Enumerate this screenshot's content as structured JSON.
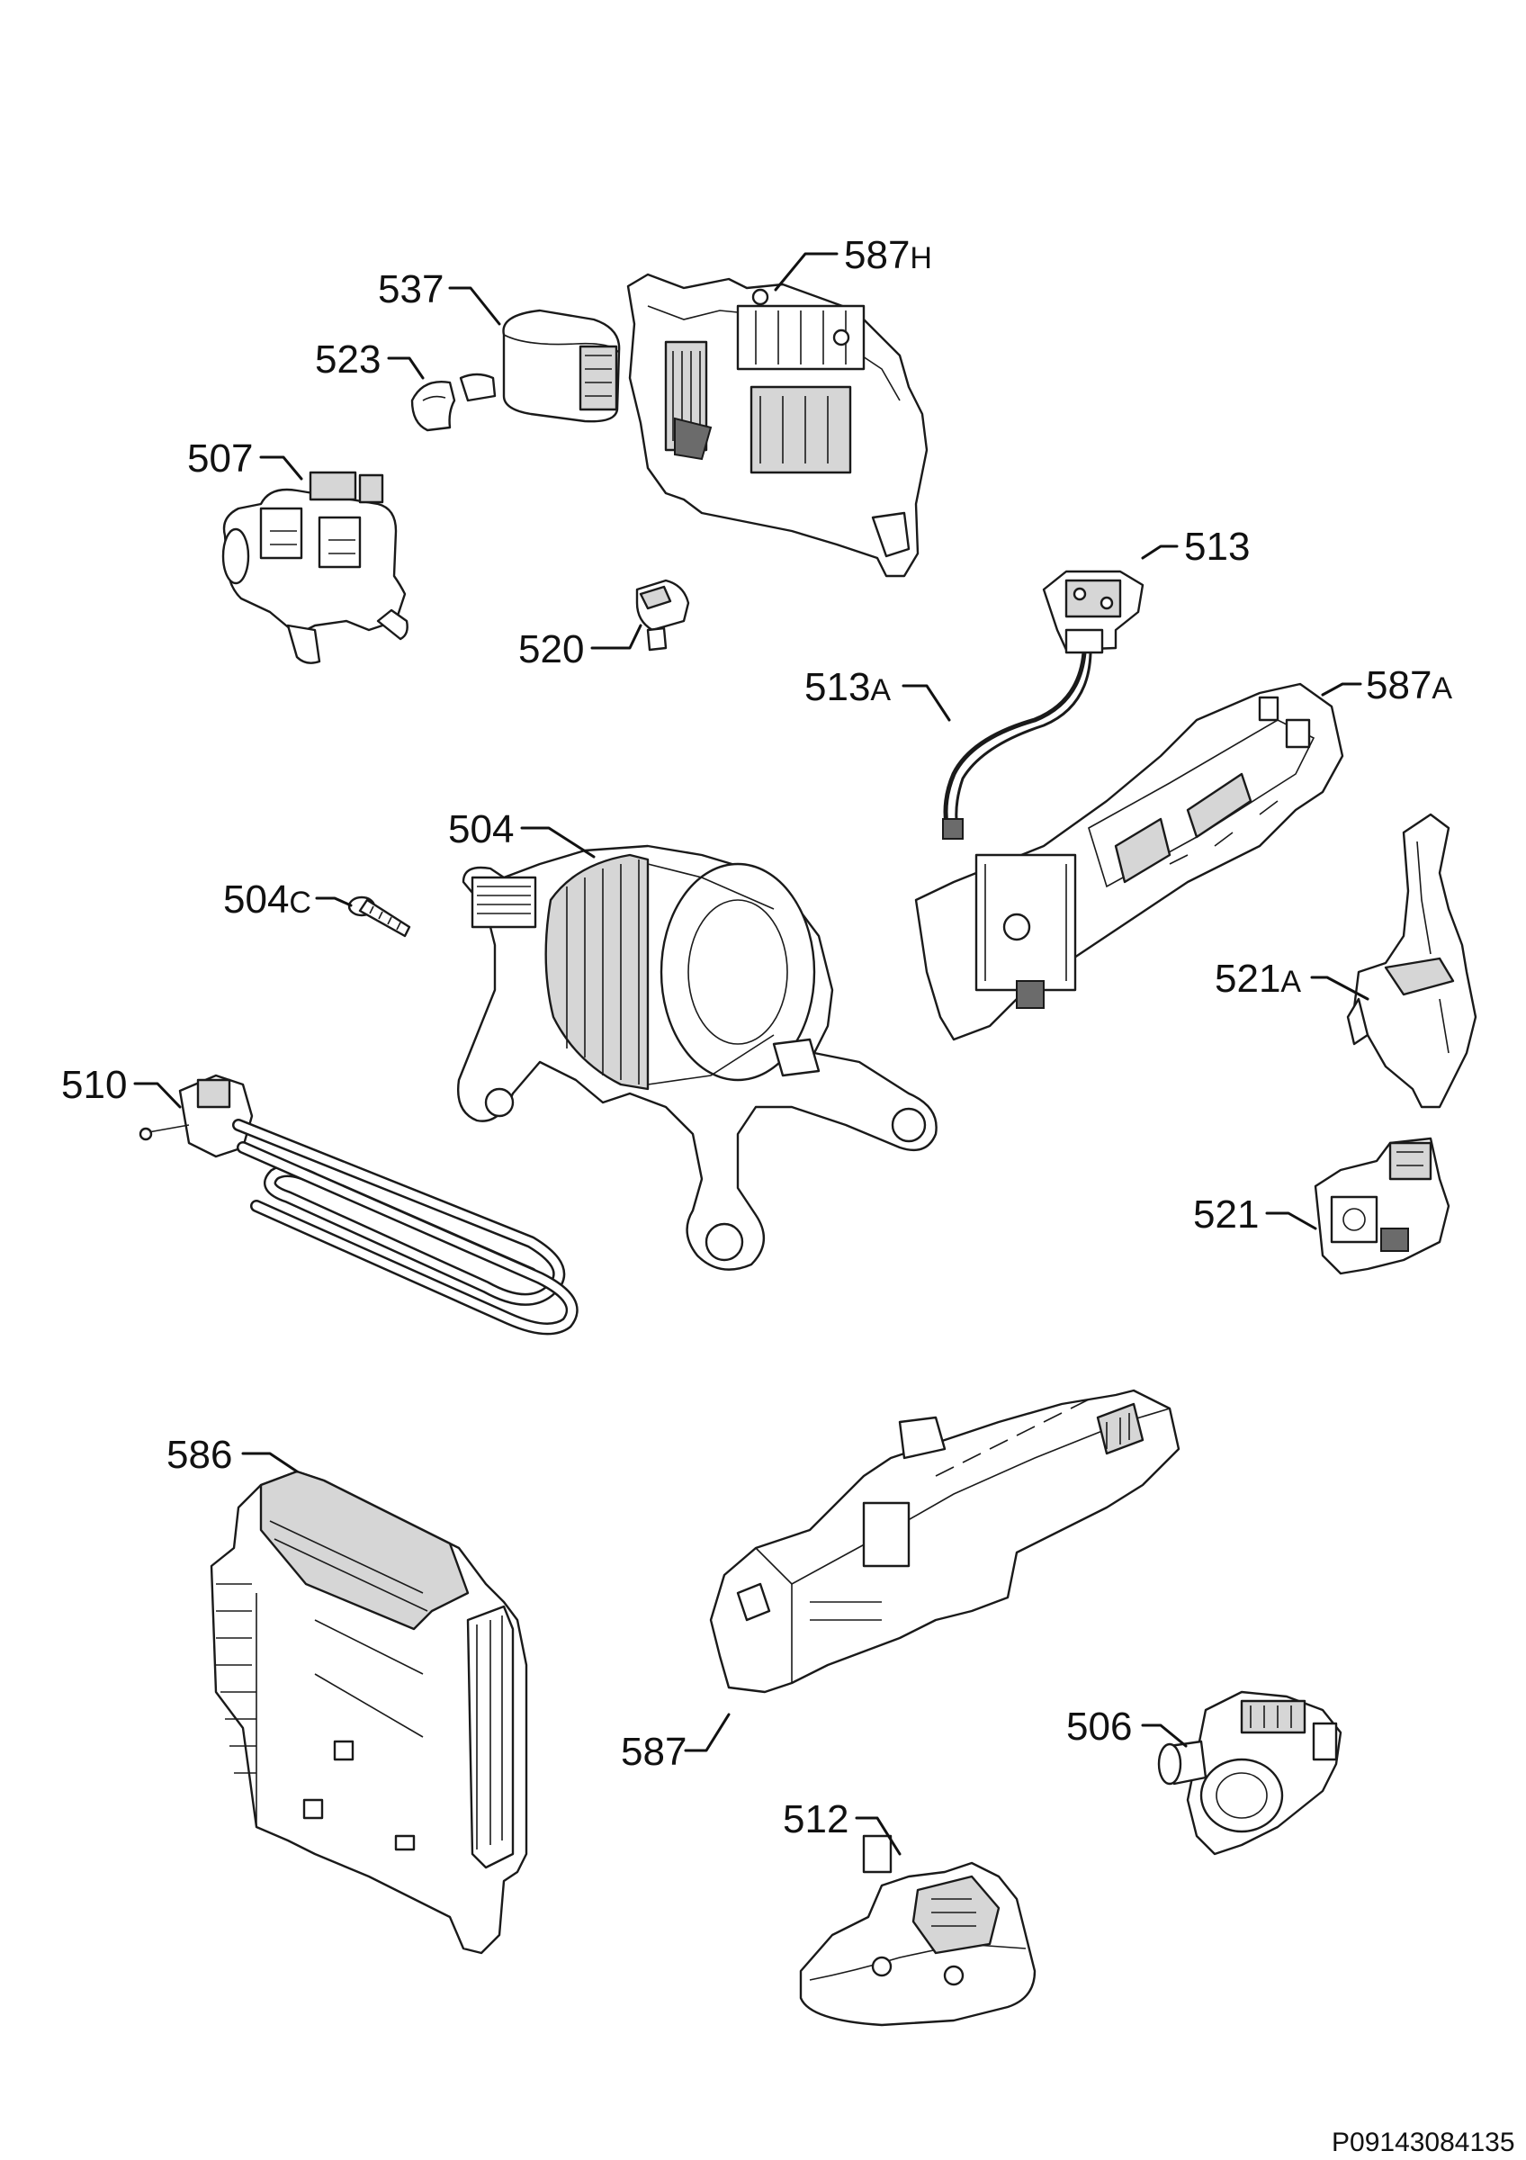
{
  "parts": [
    {
      "id": "537",
      "num": "537",
      "suffix": ""
    },
    {
      "id": "523",
      "num": "523",
      "suffix": ""
    },
    {
      "id": "507",
      "num": "507",
      "suffix": ""
    },
    {
      "id": "587H",
      "num": "587",
      "suffix": "H"
    },
    {
      "id": "520",
      "num": "520",
      "suffix": ""
    },
    {
      "id": "513",
      "num": "513",
      "suffix": ""
    },
    {
      "id": "513A",
      "num": "513",
      "suffix": "A"
    },
    {
      "id": "587A",
      "num": "587",
      "suffix": "A"
    },
    {
      "id": "504",
      "num": "504",
      "suffix": ""
    },
    {
      "id": "504C",
      "num": "504",
      "suffix": "C"
    },
    {
      "id": "521A",
      "num": "521",
      "suffix": "A"
    },
    {
      "id": "510",
      "num": "510",
      "suffix": ""
    },
    {
      "id": "521",
      "num": "521",
      "suffix": ""
    },
    {
      "id": "586",
      "num": "586",
      "suffix": ""
    },
    {
      "id": "506",
      "num": "506",
      "suffix": ""
    },
    {
      "id": "587",
      "num": "587",
      "suffix": ""
    },
    {
      "id": "512",
      "num": "512",
      "suffix": ""
    }
  ],
  "drawing_number": "P09143084135"
}
